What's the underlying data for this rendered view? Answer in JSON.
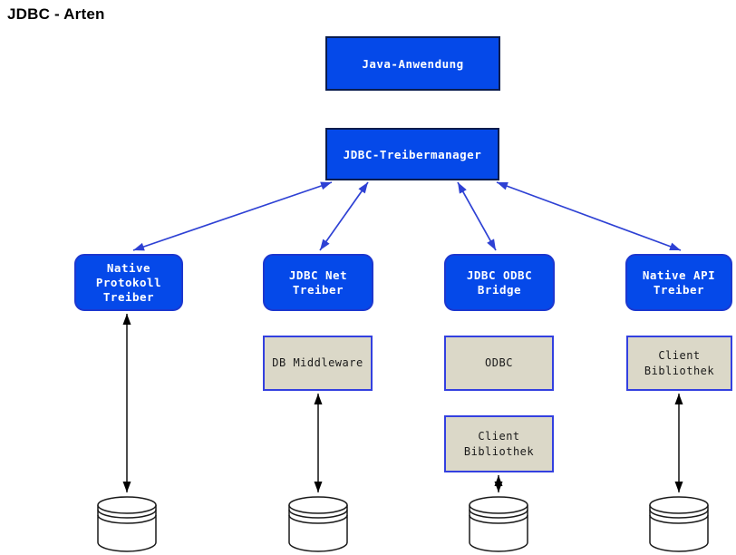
{
  "title": "JDBC - Arten",
  "colors": {
    "node_blue_fill": "#0549e9",
    "node_blue_dark_border": "#0a1c4d",
    "node_round_border": "#1c37cf",
    "gray_fill": "#dbd8c8",
    "gray_border": "#3340e0",
    "arrow_blue": "#2e41d4",
    "arrow_black": "#000000",
    "text_white": "#ffffff",
    "text_black": "#1a1a1a",
    "background": "#ffffff"
  },
  "nodes": {
    "java_anwendung": {
      "label": "Java-Anwendung"
    },
    "treibermanager": {
      "label": "JDBC-Treibermanager"
    },
    "native_protokoll_treiber": {
      "label": "Native\nProtokoll\nTreiber"
    },
    "jdbc_net_treiber": {
      "label": "JDBC Net\nTreiber"
    },
    "jdbc_odbc_bridge": {
      "label": "JDBC ODBC\nBridge"
    },
    "native_api_treiber": {
      "label": "Native API\nTreiber"
    },
    "db_middleware": {
      "label": "DB Middleware"
    },
    "odbc": {
      "label": "ODBC"
    },
    "client_bibliothek_odbc": {
      "label": "Client\nBibliothek"
    },
    "client_bibliothek_api": {
      "label": "Client\nBibliothek"
    }
  },
  "databases": {
    "count": 4,
    "symbol": "database-cylinder"
  },
  "connections": [
    {
      "from": "treibermanager",
      "to": "native_protokoll_treiber",
      "style": "blue-double-arrow"
    },
    {
      "from": "treibermanager",
      "to": "jdbc_net_treiber",
      "style": "blue-double-arrow"
    },
    {
      "from": "treibermanager",
      "to": "jdbc_odbc_bridge",
      "style": "blue-double-arrow"
    },
    {
      "from": "treibermanager",
      "to": "native_api_treiber",
      "style": "blue-double-arrow"
    },
    {
      "from": "native_protokoll_treiber",
      "to": "database-1",
      "style": "black-double-arrow"
    },
    {
      "from": "db_middleware",
      "to": "database-2",
      "style": "black-double-arrow"
    },
    {
      "from": "client_bibliothek_odbc",
      "to": "database-3",
      "style": "black-double-arrow"
    },
    {
      "from": "client_bibliothek_api",
      "to": "database-4",
      "style": "black-double-arrow"
    }
  ]
}
